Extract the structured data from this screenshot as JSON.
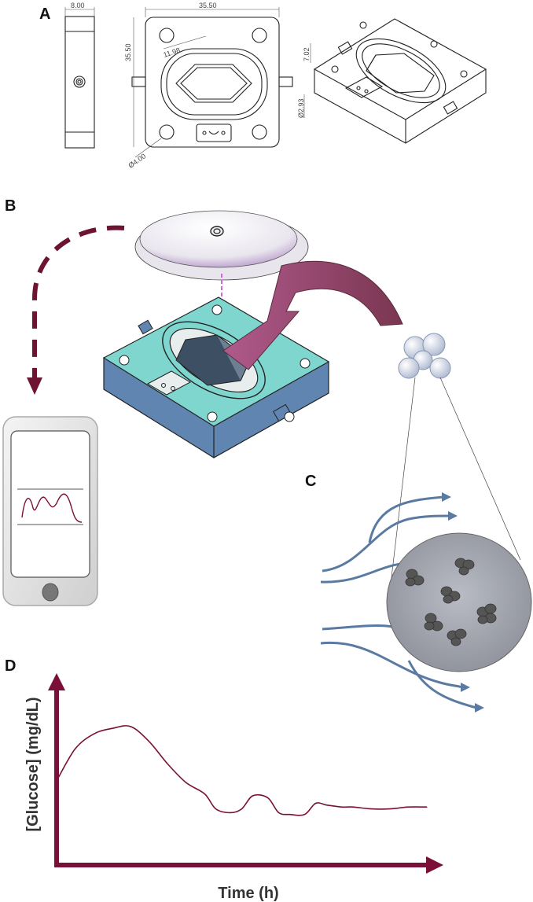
{
  "panels": {
    "a": "A",
    "b": "B",
    "c": "C",
    "d": "D"
  },
  "dimensions": {
    "side_width": "8.00",
    "top_width": "35.50",
    "top_height": "35.50",
    "cavity": "11.98",
    "hole_diameter": "Ø4.00",
    "iso_depth": "7.02",
    "port_diameter": "Ø2.93"
  },
  "chart_data": {
    "type": "line",
    "xlabel": "Time (h)",
    "ylabel": "[Glucose] (mg/dL)",
    "title": "",
    "grid": false,
    "series": [
      {
        "x": [
          0,
          0.5,
          1,
          1.5,
          2,
          2.5,
          3,
          3.5,
          4,
          4.3,
          4.7,
          5,
          5.3,
          5.7,
          6,
          6.3,
          6.7,
          7,
          7.3,
          7.7,
          8,
          8.5,
          9,
          9.5,
          10
        ],
        "y": [
          45,
          62,
          70,
          73,
          74,
          66,
          54,
          44,
          38,
          30,
          28,
          30,
          37,
          36,
          28,
          27,
          27,
          33,
          32,
          31,
          31,
          30,
          30,
          31,
          31
        ]
      }
    ],
    "xlim": [
      0,
      11
    ],
    "ylim": [
      0,
      100
    ]
  }
}
